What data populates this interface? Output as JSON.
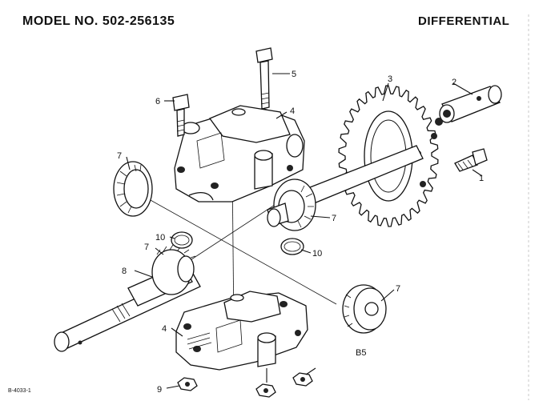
{
  "header": {
    "model_number": "MODEL NO. 502-256135",
    "title": "DIFFERENTIAL"
  },
  "callouts": [
    {
      "id": "c1",
      "label": "1"
    },
    {
      "id": "c2",
      "label": "2"
    },
    {
      "id": "c3",
      "label": "3"
    },
    {
      "id": "c4a",
      "label": "4"
    },
    {
      "id": "c4b",
      "label": "4"
    },
    {
      "id": "c5",
      "label": "5"
    },
    {
      "id": "c6",
      "label": "6"
    },
    {
      "id": "c7a",
      "label": "7"
    },
    {
      "id": "c7b",
      "label": "7"
    },
    {
      "id": "c7c",
      "label": "7"
    },
    {
      "id": "c7d",
      "label": "7"
    },
    {
      "id": "c8",
      "label": "8"
    },
    {
      "id": "c9",
      "label": "9"
    },
    {
      "id": "c10a",
      "label": "10"
    },
    {
      "id": "c10b",
      "label": "10"
    }
  ],
  "notes": {
    "b5": "B5",
    "drawing_number": "B-4033-1"
  }
}
